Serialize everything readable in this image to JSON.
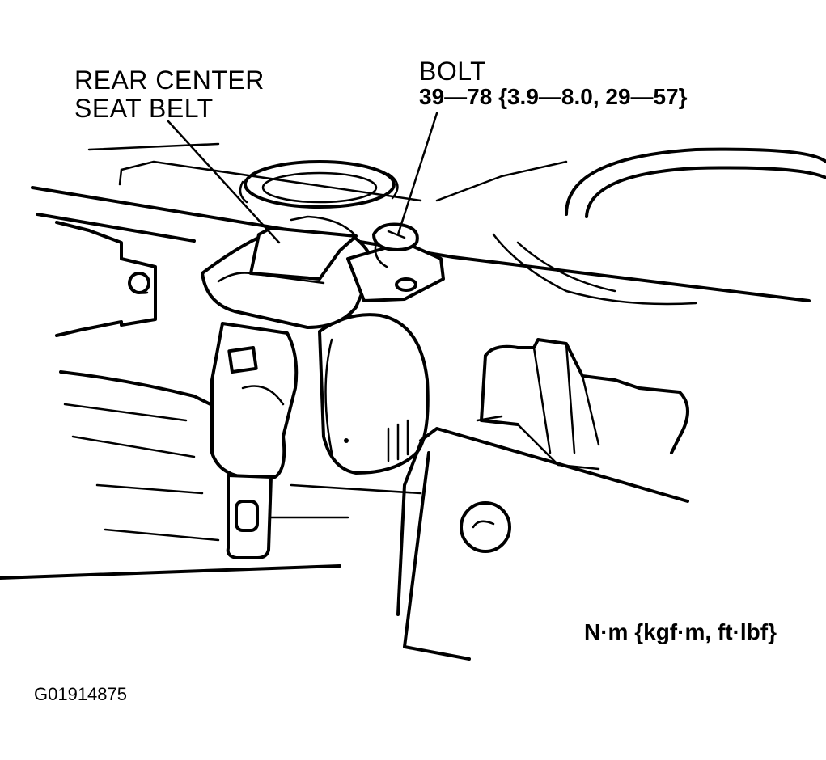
{
  "callouts": {
    "seat_belt": {
      "line1": "REAR CENTER",
      "line2": "SEAT BELT"
    },
    "bolt": {
      "name": "BOLT",
      "torque": "39—78 {3.9—8.0, 29—57}"
    }
  },
  "units": "N·m {kgf·m, ft·lbf}",
  "figure_id": "G01914875"
}
